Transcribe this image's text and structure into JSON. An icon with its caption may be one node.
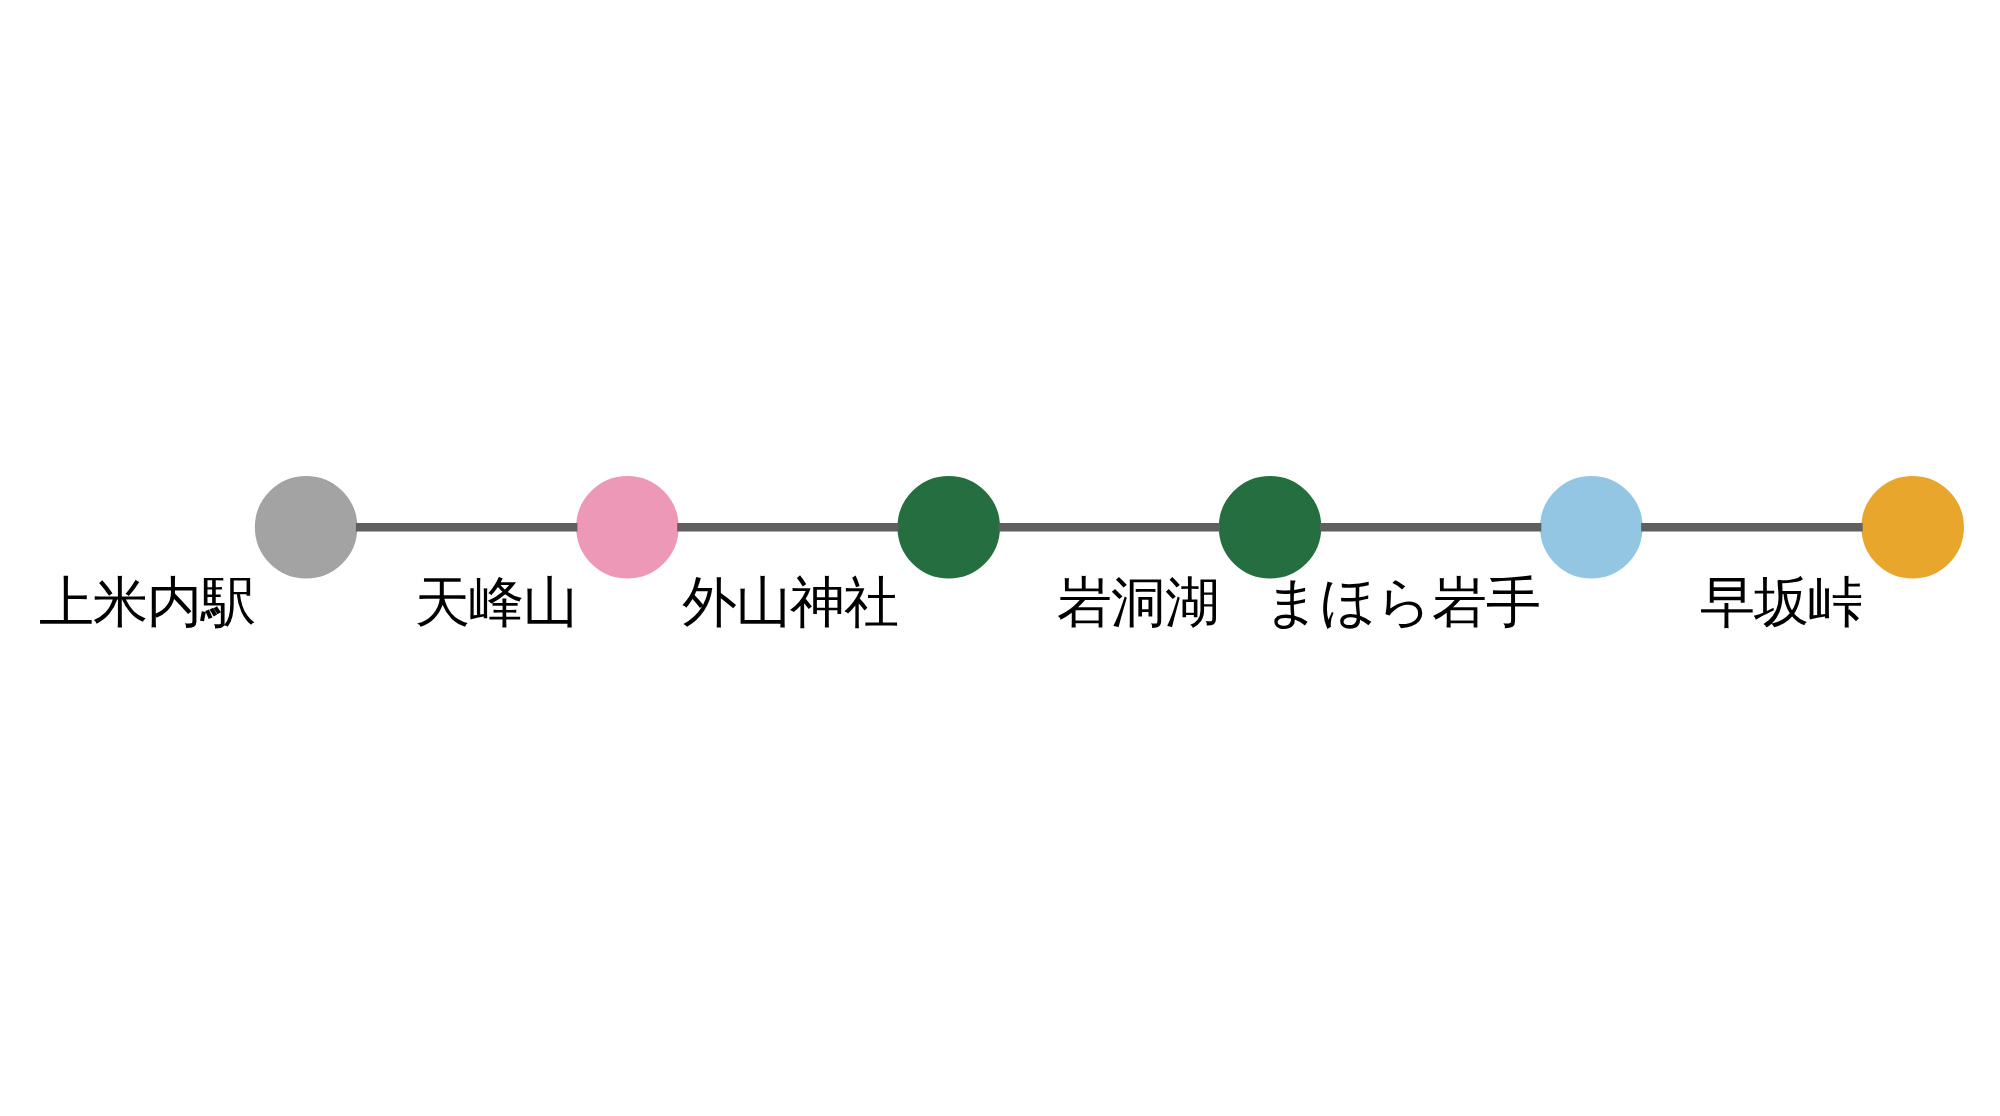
{
  "diagram": {
    "nodes": [
      {
        "text": [],
        "shape": "circle",
        "beside": [
          "上米内駅"
        ]
      },
      {
        "text": [],
        "shape": "circle",
        "beside": [
          "天峰山"
        ]
      },
      {
        "text": [],
        "shape": "circle",
        "beside": [
          "外山神社"
        ]
      },
      {
        "text": [],
        "shape": "circle",
        "beside": [
          "岩洞湖"
        ]
      },
      {
        "text": [],
        "shape": "circle",
        "beside": [
          "まほら岩手"
        ]
      },
      {
        "text": [],
        "shape": "circle",
        "beside": [
          "早坂峠"
        ]
      }
    ],
    "edges": [
      {
        "from": 0,
        "to": 1,
        "arrow": "none"
      },
      {
        "from": 1,
        "to": 2,
        "arrow": "none"
      },
      {
        "from": 2,
        "to": 3,
        "arrow": "none"
      },
      {
        "from": 3,
        "to": 4,
        "arrow": "none"
      },
      {
        "from": 4,
        "to": 5,
        "arrow": "none"
      }
    ]
  }
}
